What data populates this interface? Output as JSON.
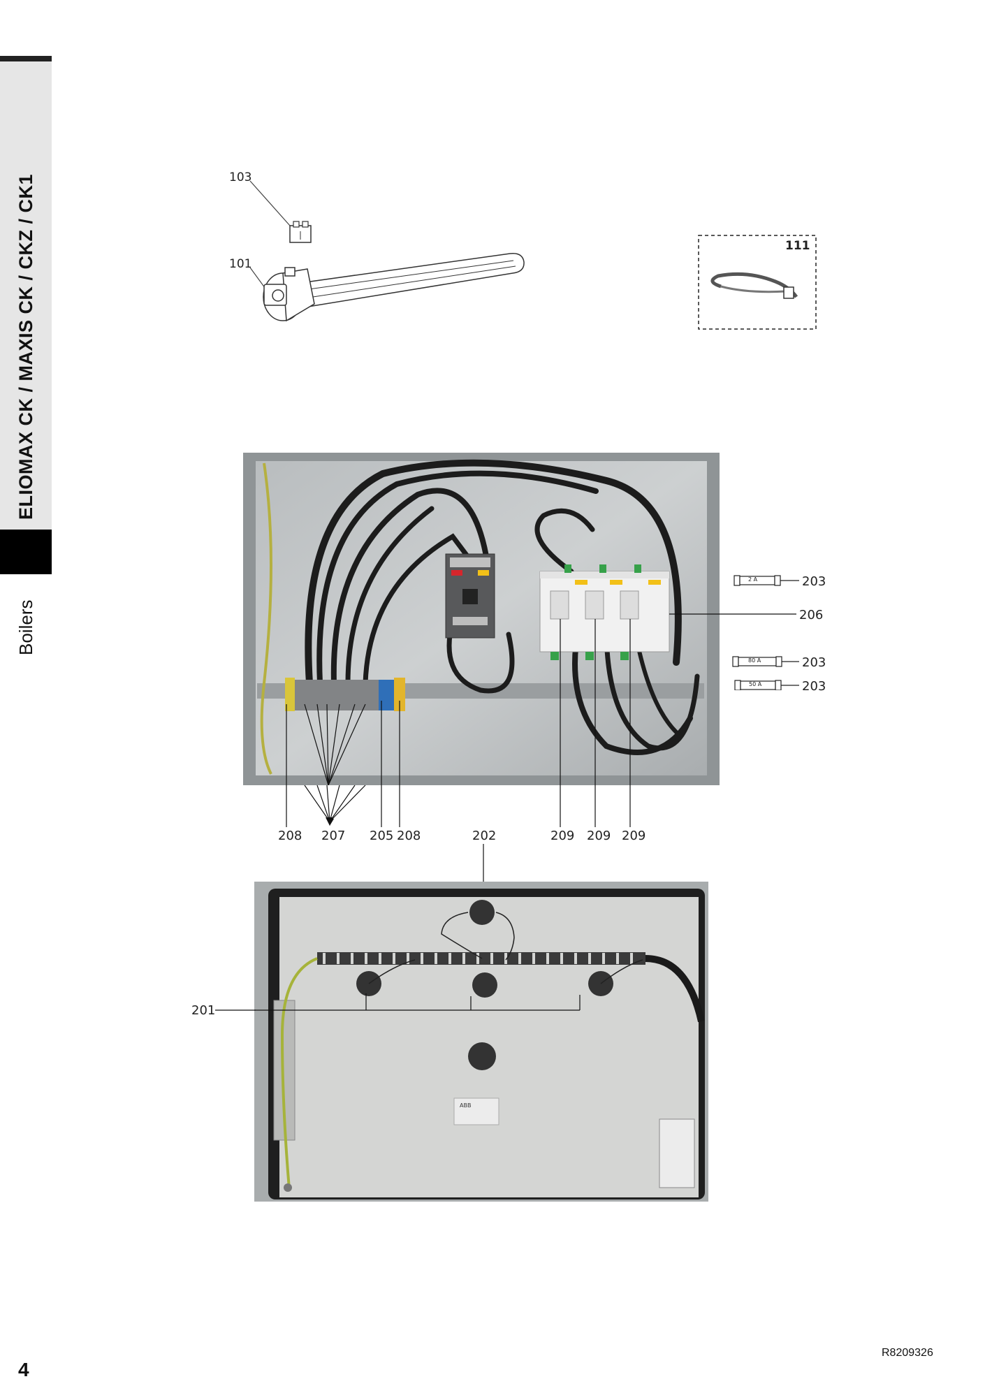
{
  "sidebar": {
    "series": "ELIOMAX CK / MAXIS CK / CKZ / CK1",
    "category": "Boilers"
  },
  "top_diagram": {
    "labels": {
      "sensor": "103",
      "heater": "101",
      "cable": "111"
    }
  },
  "cabinet_photo": {
    "fuses": [
      {
        "rating": "2 A",
        "label": "203"
      },
      {
        "rating": "80 A",
        "label": "203"
      },
      {
        "rating": "50 A",
        "label": "203"
      }
    ],
    "side_label": "206",
    "bottom_labels": [
      "208",
      "207",
      "205",
      "208",
      "202",
      "209",
      "209",
      "209"
    ]
  },
  "lid_photo": {
    "label": "201",
    "nameplate_brand": "ABB"
  },
  "footer": {
    "page_number": "4",
    "doc_ref": "R8209326"
  }
}
